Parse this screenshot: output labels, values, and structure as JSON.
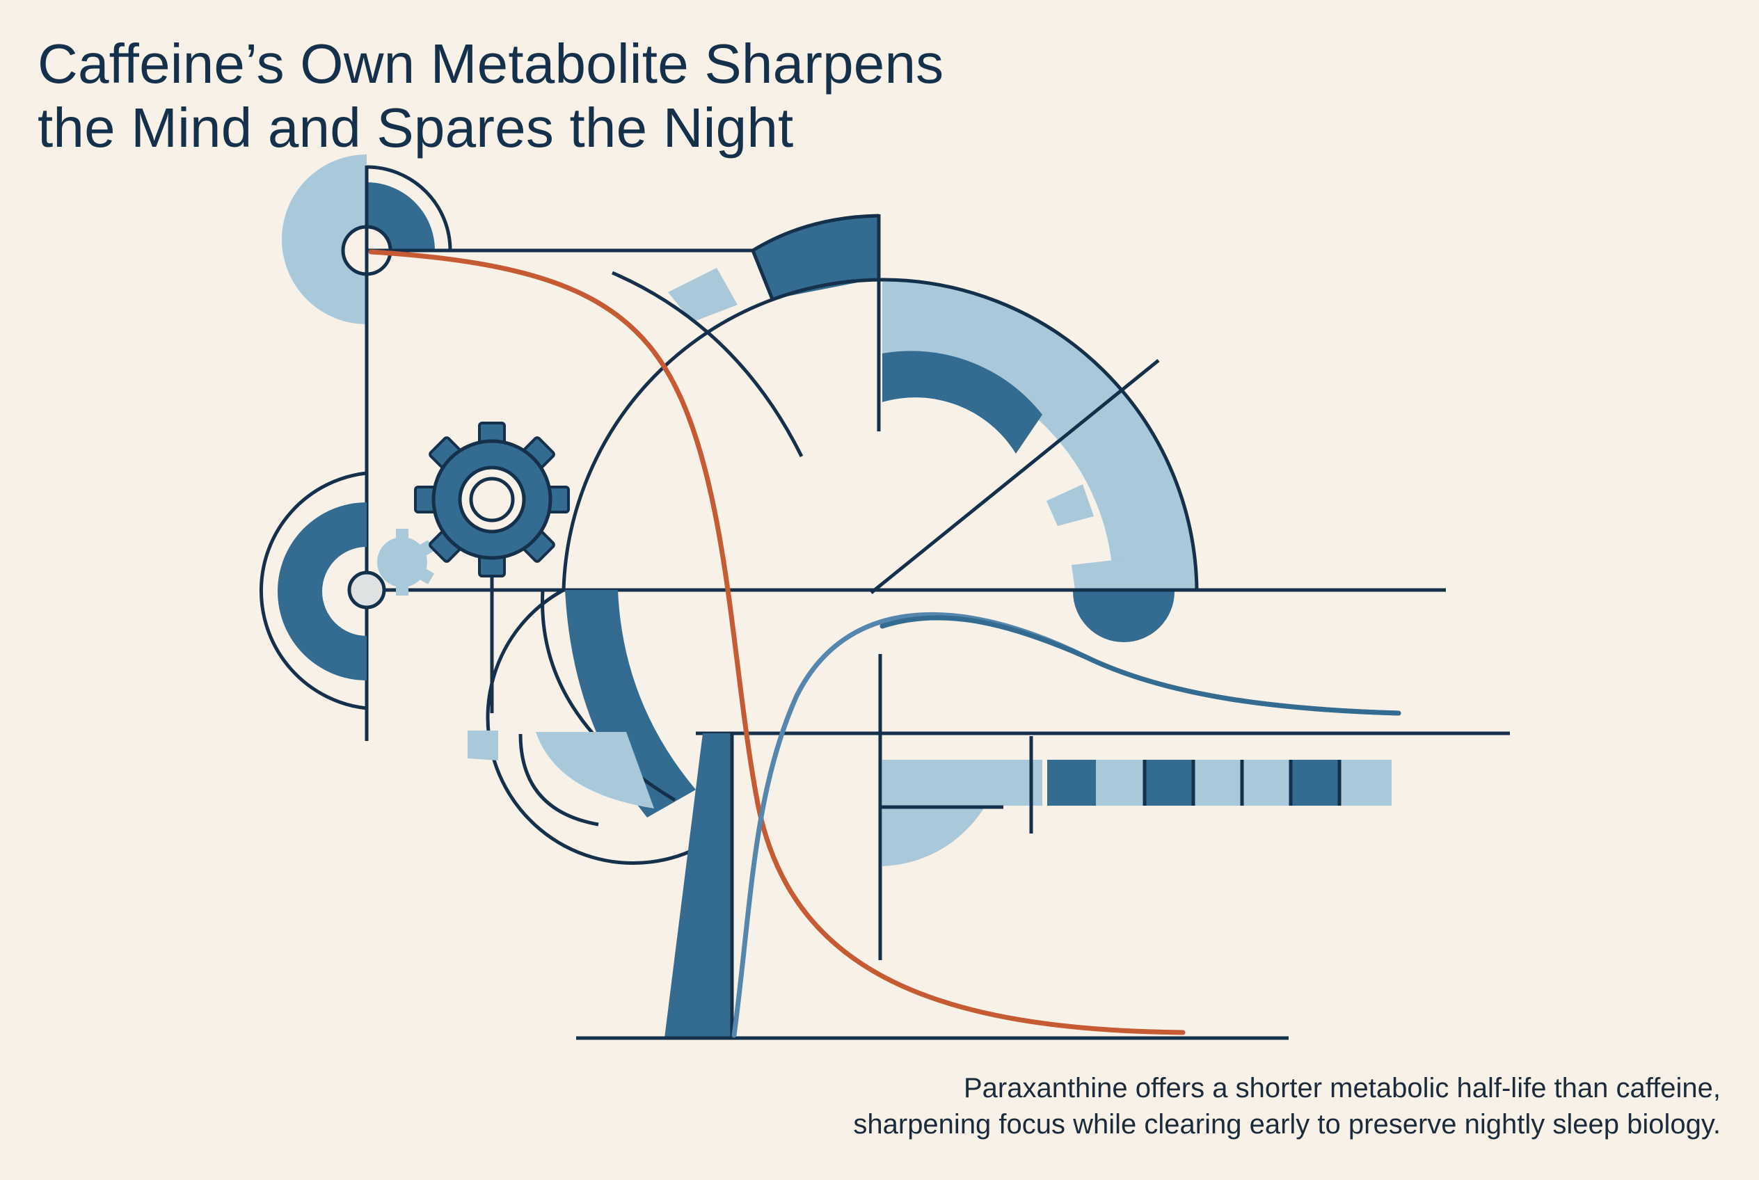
{
  "title": {
    "line1": "Caffeine’s Own Metabolite Sharpens",
    "line2": "the Mind and Spares the Night"
  },
  "caption": {
    "line1": "Paraxanthine offers a shorter metabolic half-life than caffeine,",
    "line2": "sharpening focus while clearing early to preserve nightly sleep biology."
  },
  "palette": {
    "background": "#f8f1e7",
    "navy": "#14304a",
    "dark_blue": "#346b90",
    "light_blue": "#a9c8da",
    "orange_curve": "#c65a32",
    "blue_curve": "#5486ae"
  },
  "icons": [
    "gear-icon",
    "small-gear-icon"
  ]
}
